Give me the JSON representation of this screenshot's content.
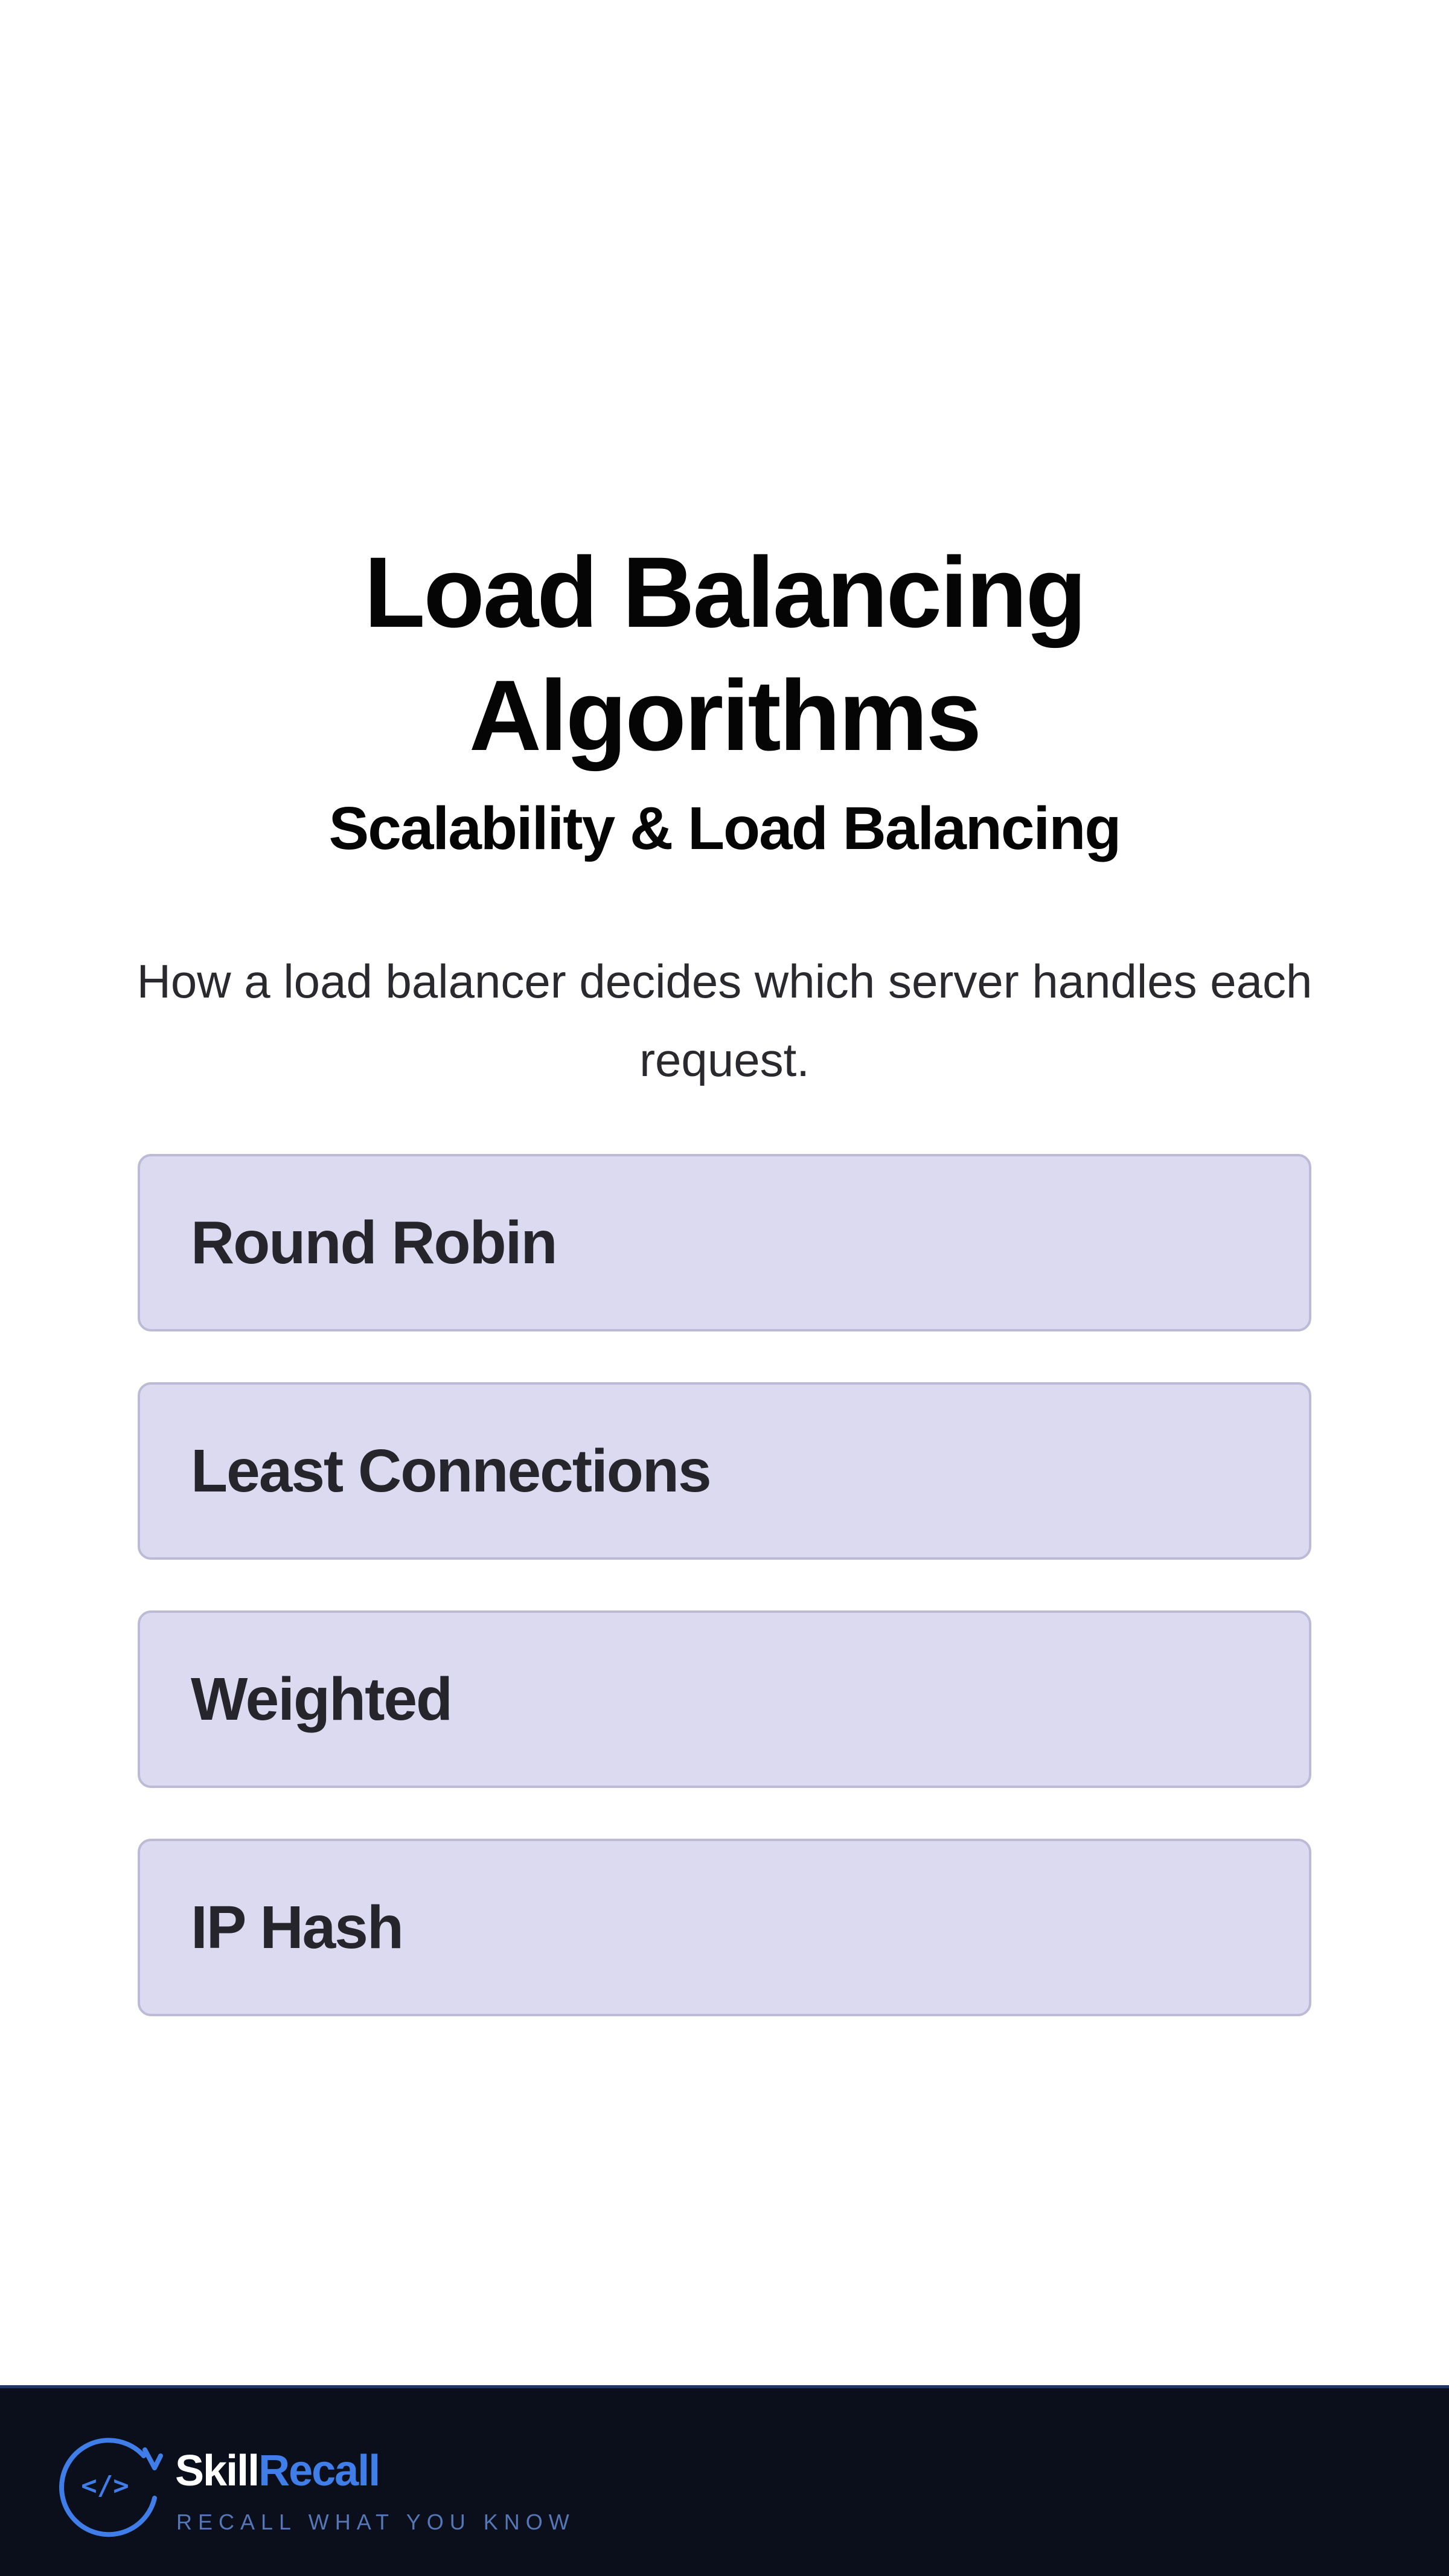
{
  "page": {
    "title_line1": "Load Balancing",
    "title_line2": "Algorithms",
    "subtitle": "Scalability & Load Balancing",
    "description": "How a load balancer decides which server handles each request."
  },
  "options": [
    {
      "label": "Round Robin"
    },
    {
      "label": "Least Connections"
    },
    {
      "label": "Weighted"
    },
    {
      "label": "IP Hash"
    }
  ],
  "footer": {
    "brand_part1": "Skill",
    "brand_part2": "Recall",
    "tagline": "RECALL WHAT YOU KNOW",
    "logo_glyph": "</>",
    "logo_icon": "code-brackets-icon"
  },
  "colors": {
    "option_background": "#dcdaf0",
    "option_border": "#bcbad6",
    "footer_background": "#0b0e1b",
    "brand_accent": "#3f7ee9"
  }
}
